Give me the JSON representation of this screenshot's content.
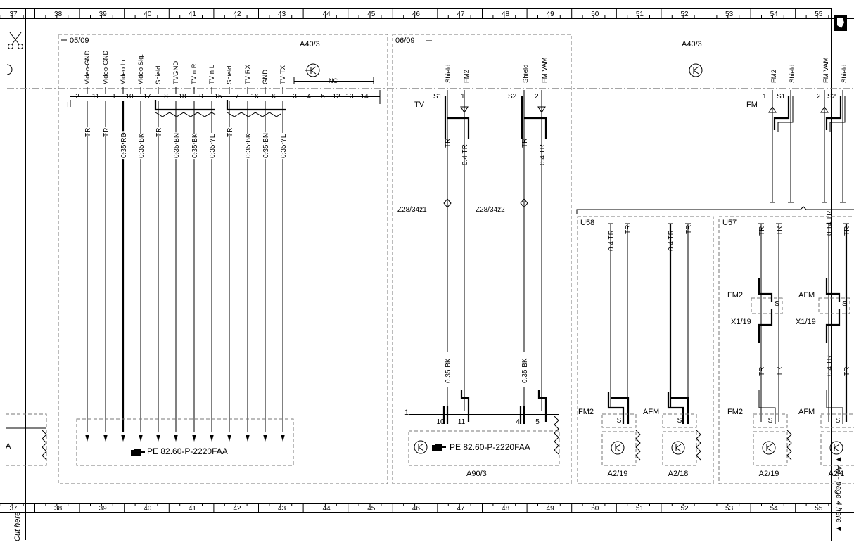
{
  "grid": {
    "columns": [
      "37",
      "38",
      "39",
      "40",
      "41",
      "42",
      "43",
      "44",
      "45",
      "46",
      "47",
      "48",
      "49",
      "50",
      "51",
      "52",
      "53",
      "54",
      "55"
    ]
  },
  "margin_notes": {
    "cut_here": "Cut here",
    "a_page4_here": "▼ A4 - page 4 here ▼",
    "left_cut_letter": "A"
  },
  "blocks": {
    "left": {
      "ref": "05/09",
      "name": "A40/3",
      "signals": [
        "Video-GND",
        "Video-GND",
        "Video In",
        "Video Sig.",
        "Shield",
        "TVGND",
        "TVIn R",
        "TVIn L",
        "Shield",
        "TV-RX",
        "GND",
        "TV-TX"
      ],
      "nc_label": "NC",
      "pins": [
        "2",
        "11",
        "1",
        "10",
        "17",
        "8",
        "18",
        "9",
        "15",
        "7",
        "16",
        "6",
        "3",
        "4",
        "5",
        "12",
        "13",
        "14"
      ],
      "connector_label": "I",
      "wires": [
        "TR",
        "TR",
        "0.35 RD",
        "0.35 BK",
        "TR",
        "0.35 BN",
        "0.35 BK",
        "0.35 YE",
        "TR",
        "0.35 BK",
        "0.35 BN",
        "0.35 YE"
      ],
      "ref_text": "PE 82.60-P-2220FAA"
    },
    "middle": {
      "ref": "06/09",
      "connector_label": "TV",
      "signals": [
        "Shield",
        "FM2",
        "Shield",
        "FM VAM"
      ],
      "pins_top": [
        "S1",
        "1",
        "S2",
        "2"
      ],
      "wires_top": [
        "TR",
        "0.4 TR",
        "TR",
        "0.4 TR"
      ],
      "splices": [
        "Z28/34z1",
        "Z28/34z2"
      ],
      "wires_bottom": [
        "0.35 BK",
        "0.35 BK"
      ],
      "bottom_connector": "1",
      "pins_bottom": [
        "10",
        "11",
        "4",
        "5"
      ],
      "ref_text": "PE 82.60-P-2220FAA",
      "name": "A90/3"
    },
    "right": {
      "name": "A40/3",
      "connector_label": "FM",
      "signals": [
        "FM2",
        "Shield",
        "FM VAM",
        "Shield"
      ],
      "pins": [
        "1",
        "S1",
        "2",
        "S2"
      ],
      "u58": {
        "name": "U58",
        "wires": [
          "0.4 TR",
          "TR",
          "0.4 TR",
          "TR"
        ],
        "labels": [
          "FM2",
          "AFM"
        ],
        "pin_s": "S",
        "components": [
          "A2/19",
          "A2/18"
        ]
      },
      "u57": {
        "name": "U57",
        "wires_top": [
          "TR",
          "TR",
          "0.14 TR",
          "TR"
        ],
        "connector_labels": [
          "FM2",
          "AFM"
        ],
        "x_labels": [
          "X1/19",
          "X1/19"
        ],
        "wires_bottom": [
          "TR",
          "TR",
          "0.4 TR",
          "TR"
        ],
        "labels": [
          "FM2",
          "AFM"
        ],
        "pin_s": "S",
        "components": [
          "A2/19",
          "A2/1"
        ]
      }
    }
  }
}
